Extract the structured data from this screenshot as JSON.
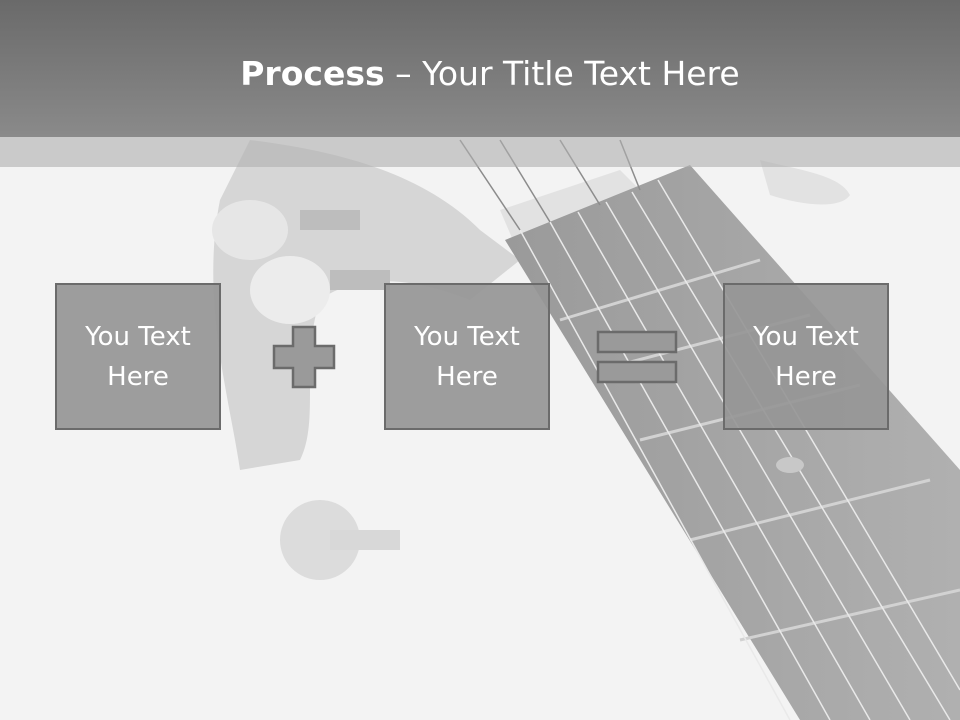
{
  "slide": {
    "title_strong": "Process",
    "title_rest": " – Your Title Text Here",
    "boxes": [
      {
        "label": "You Text Here"
      },
      {
        "label": "You Text Here"
      },
      {
        "label": "You Text Here"
      }
    ],
    "operators": [
      "plus-icon",
      "equals-icon"
    ],
    "colors": {
      "header": "#777777",
      "box_fill": "#969696",
      "box_border": "#6b6b6b",
      "text": "#ffffff"
    }
  }
}
